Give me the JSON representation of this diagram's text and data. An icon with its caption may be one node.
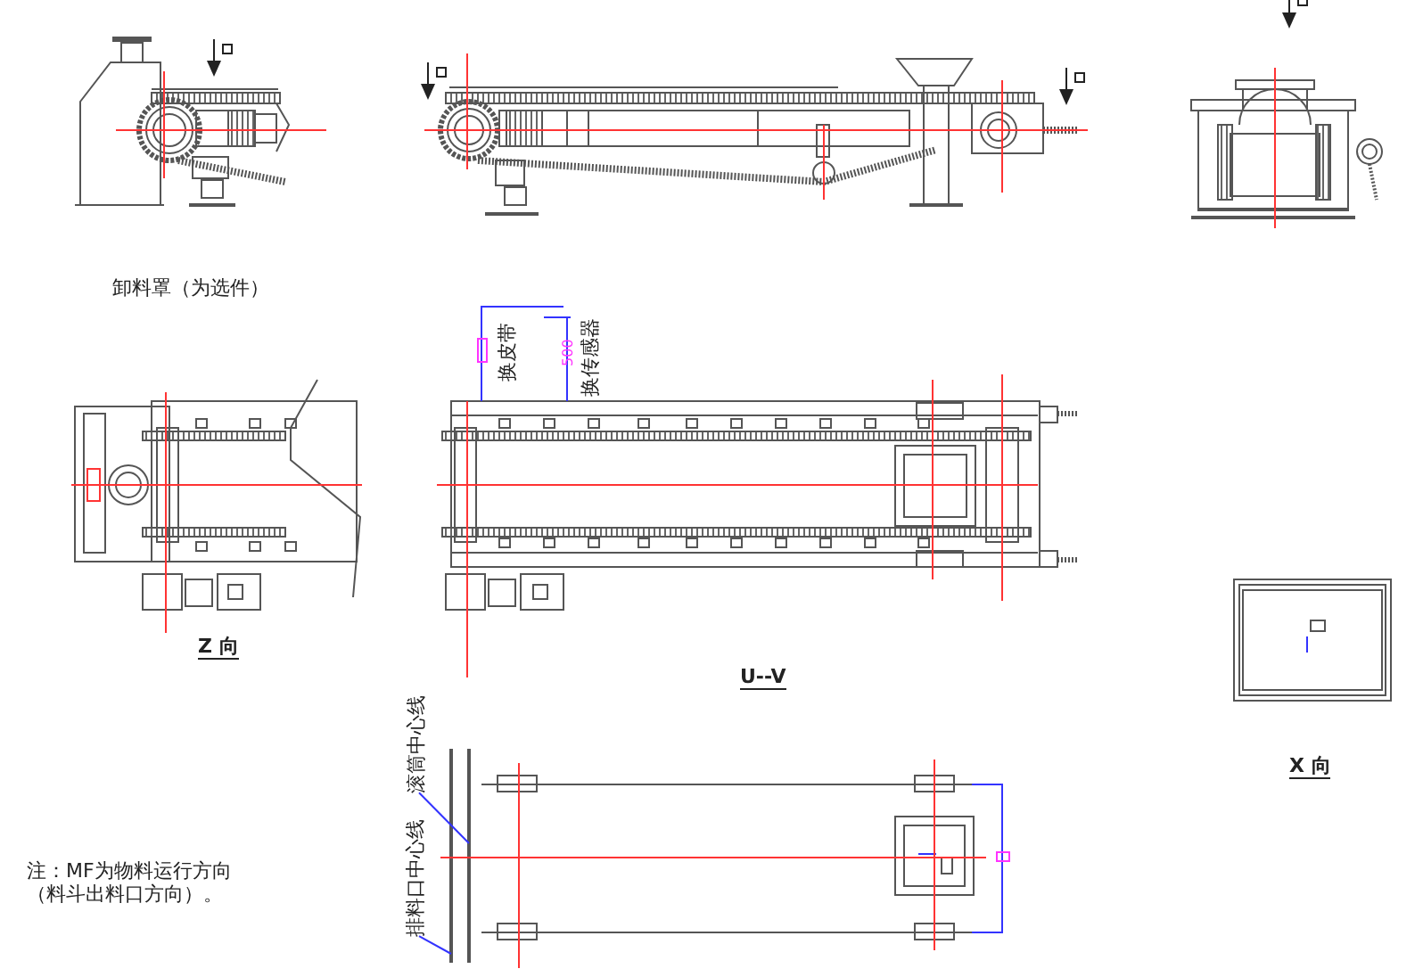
{
  "diagram": {
    "nodes": [
      {
        "text": [
          "滚筒中心线"
        ]
      },
      {
        "text": [
          "排料口中心线"
        ]
      }
    ],
    "edges": [
      {
        "from": 0,
        "to": null,
        "arrow": "none"
      },
      {
        "from": 1,
        "to": null,
        "arrow": "none"
      }
    ],
    "labels": [
      "卸料罩（为选件）",
      "换皮带",
      "500",
      "换传感器",
      "Z 向",
      "U--V",
      "X 向",
      "注：MF为物料运行方向（料斗出料口方向）。"
    ]
  }
}
